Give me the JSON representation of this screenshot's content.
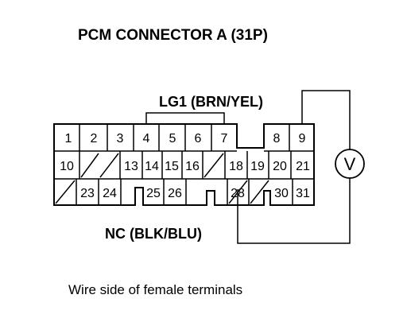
{
  "title": "PCM CONNECTOR A (31P)",
  "probe_top_label": "LG1 (BRN/YEL)",
  "probe_bottom_label": "NC (BLK/BLU)",
  "caption": "Wire side of female terminals",
  "meter_symbol": "V",
  "pins": {
    "p1": "1",
    "p2": "2",
    "p3": "3",
    "p4": "4",
    "p5": "5",
    "p6": "6",
    "p7": "7",
    "p8": "8",
    "p9": "9",
    "p10": "10",
    "p13": "13",
    "p14": "14",
    "p15": "15",
    "p16": "16",
    "p18": "18",
    "p19": "19",
    "p20": "20",
    "p21": "21",
    "p23": "23",
    "p24": "24",
    "p25": "25",
    "p26": "26",
    "p28": "28",
    "p30": "30",
    "p31": "31"
  }
}
